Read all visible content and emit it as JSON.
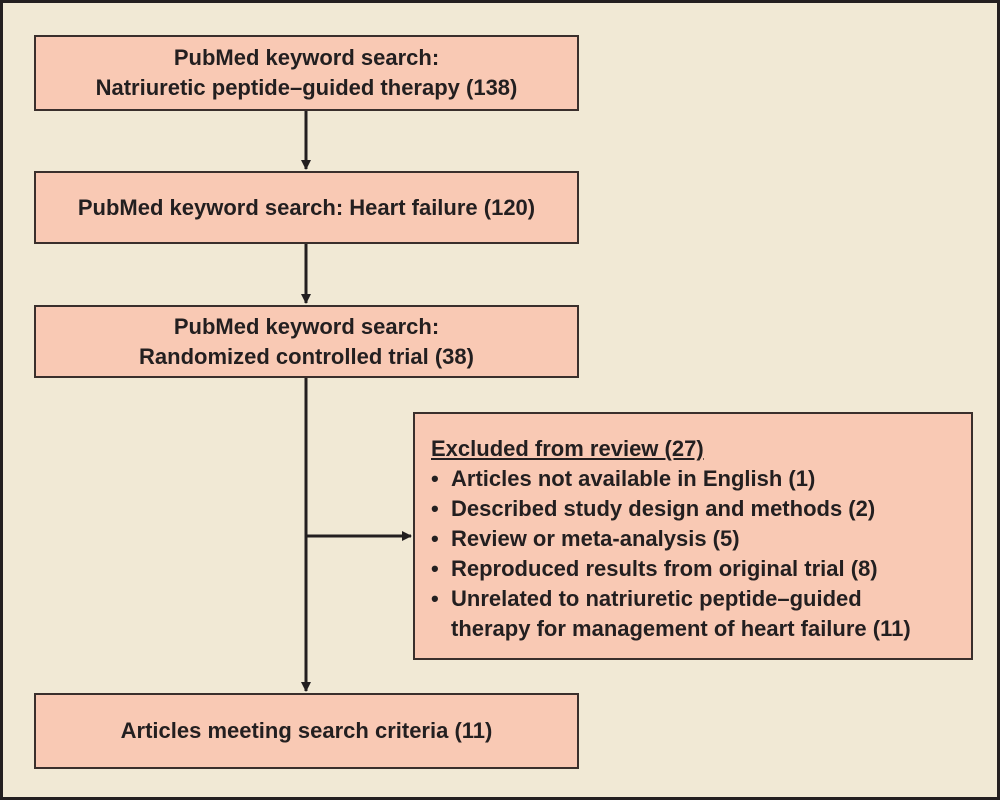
{
  "flowchart": {
    "step1": {
      "lines": [
        "PubMed keyword search:",
        "Natriuretic peptide–guided therapy (138)"
      ]
    },
    "step2": {
      "lines": [
        "PubMed keyword search: Heart failure (120)"
      ]
    },
    "step3": {
      "lines": [
        "PubMed keyword search:",
        "Randomized controlled trial (38)"
      ]
    },
    "excluded": {
      "title": "Excluded from review (27)",
      "items": [
        "Articles not available in English (1)",
        "Described study design and methods (2)",
        "Review or meta-analysis (5)",
        "Reproduced results from original trial (8)",
        "Unrelated to natriuretic peptide–guided"
      ],
      "item5_continuation": "therapy for management of heart failure (11)",
      "bullet": "•"
    },
    "result": {
      "lines": [
        "Articles meeting search criteria (11)"
      ]
    }
  },
  "colors": {
    "background": "#f1e9d5",
    "box_fill": "#f9c9b4",
    "stroke": "#231f20"
  }
}
